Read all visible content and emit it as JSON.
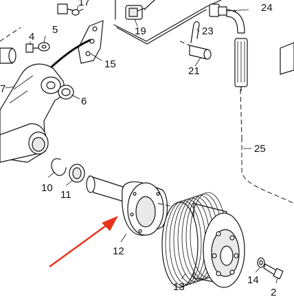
{
  "labels": {
    "l2": "2",
    "l4": "4",
    "l5": "5",
    "l6": "6",
    "l7": "7",
    "l10": "10",
    "l11": "11",
    "l12": "12",
    "l13": "13",
    "l14": "14",
    "l15": "15",
    "l17": "17",
    "l19": "19",
    "l21": "21",
    "l23": "23",
    "l24": "24",
    "l25": "25"
  },
  "colors": {
    "ink": "#111111",
    "pointer_arrow": "#e8341c",
    "background": "#ffffff"
  }
}
